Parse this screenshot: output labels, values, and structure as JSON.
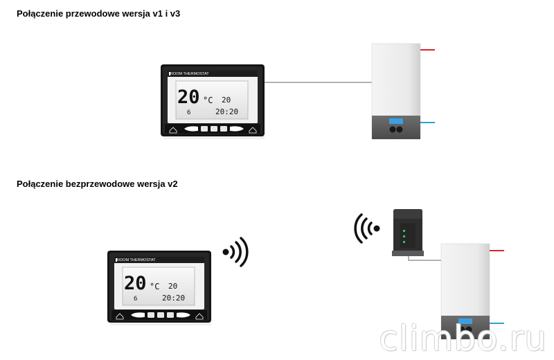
{
  "headings": {
    "wired": "Połączenie przewodowe wersja v1 i v3",
    "wireless": "Połączenie bezprzewodowe wersja v2"
  },
  "thermostat": {
    "brand_label": "ROOM THERMOSTAT",
    "main_temp": "20",
    "unit": "°C",
    "set_temp": "20",
    "time": "20:20",
    "day": "6"
  },
  "watermark": "climbo.ru",
  "colors": {
    "hot_pipe": "#d9232d",
    "cold_pipe": "#2aa0d8",
    "boiler_display": "#3aa0e0",
    "thermostat_frame": "#1a1a1a"
  },
  "icons": [
    "wifi-signal-icon",
    "boiler-icon",
    "thermostat-icon",
    "wireless-receiver-icon"
  ]
}
